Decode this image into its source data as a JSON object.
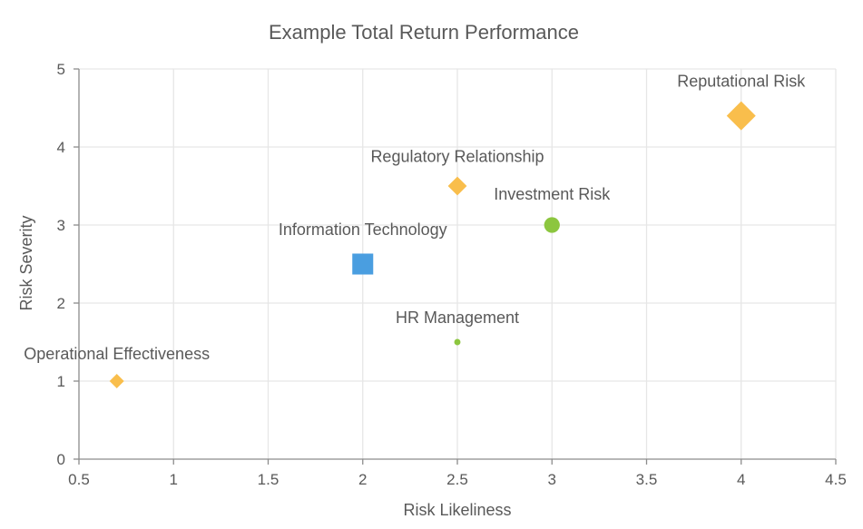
{
  "chart_data": {
    "type": "scatter",
    "title": "Example Total Return Performance",
    "xlabel": "Risk Likeliness",
    "ylabel": "Risk Severity",
    "xlim": [
      0.5,
      4.5
    ],
    "ylim": [
      0,
      5
    ],
    "x_ticks": [
      "0.5",
      "1",
      "1.5",
      "2",
      "2.5",
      "3",
      "3.5",
      "4",
      "4.5"
    ],
    "y_ticks": [
      "0",
      "1",
      "2",
      "3",
      "4",
      "5"
    ],
    "grid": true,
    "colors": {
      "orange": "#f9be4c",
      "green": "#8cc63f",
      "blue": "#4a9ee0"
    },
    "points": [
      {
        "label": "Operational Effectiveness",
        "x": 0.7,
        "y": 1.0,
        "shape": "diamond",
        "color": "#f9be4c",
        "size": 1
      },
      {
        "label": "Information Technology",
        "x": 2.0,
        "y": 2.5,
        "shape": "square",
        "color": "#4a9ee0",
        "size": 2
      },
      {
        "label": "Regulatory Relationship",
        "x": 2.5,
        "y": 3.5,
        "shape": "diamond",
        "color": "#f9be4c",
        "size": 1.3
      },
      {
        "label": "HR Management",
        "x": 2.5,
        "y": 1.5,
        "shape": "circle",
        "color": "#8cc63f",
        "size": 0.6
      },
      {
        "label": "Investment Risk",
        "x": 3.0,
        "y": 3.0,
        "shape": "circle",
        "color": "#8cc63f",
        "size": 1.5
      },
      {
        "label": "Reputational Risk",
        "x": 4.0,
        "y": 4.4,
        "shape": "diamond",
        "color": "#f9be4c",
        "size": 2
      }
    ]
  }
}
